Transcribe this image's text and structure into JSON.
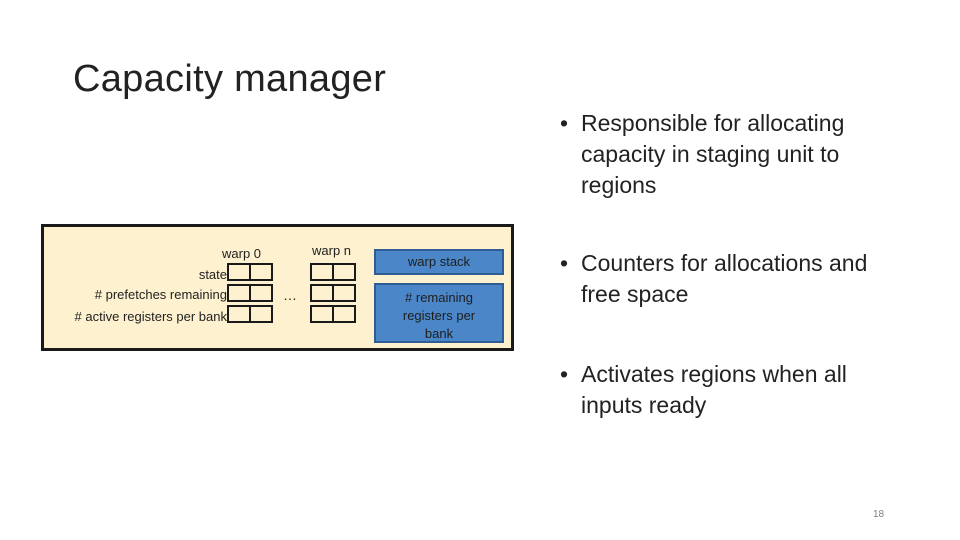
{
  "title": "Capacity manager",
  "diagram": {
    "warp_first_label": "warp 0",
    "warp_last_label": "warp n",
    "ellipsis": "…",
    "row_labels": [
      "state",
      "# prefetches remaining",
      "# active registers per bank"
    ],
    "warp_stack_label": "warp stack",
    "remaining_registers_label": "# remaining registers per bank",
    "colors": {
      "background": "#fdf1cf",
      "blue_box": "#4a86c8"
    }
  },
  "bullets": [
    "Responsible for allocating capacity in staging unit to regions",
    "Counters for allocations and free space",
    "Activates regions when all inputs ready"
  ],
  "bullet_symbol": "•",
  "page_number": "18"
}
